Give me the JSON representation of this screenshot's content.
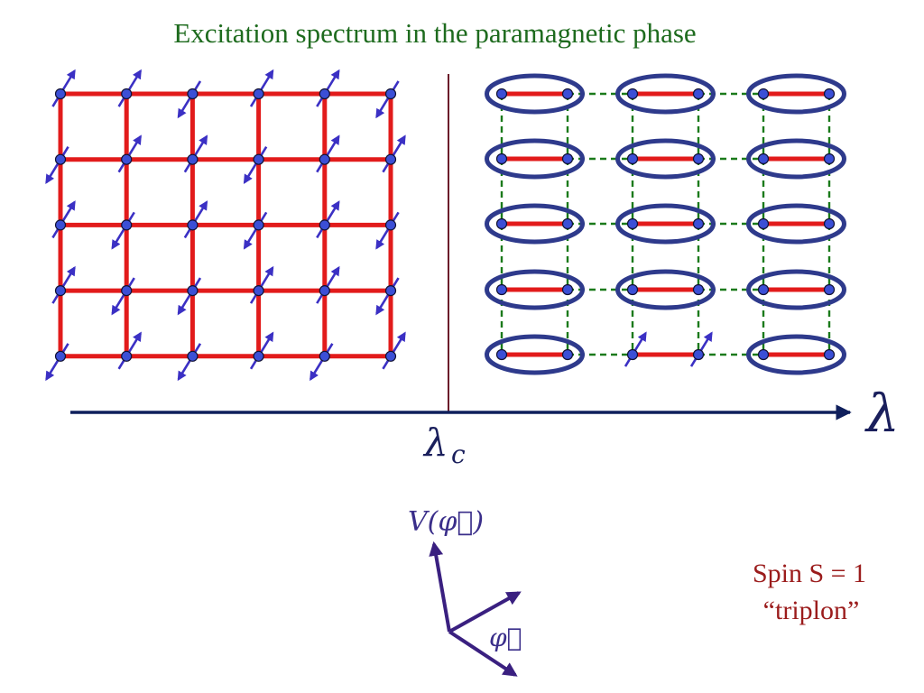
{
  "title": "Excitation spectrum in the paramagnetic phase",
  "axis": {
    "critical_label": "λ",
    "critical_subscript": "c",
    "end_label": "λ"
  },
  "potential": {
    "label": "V(φ⃗)",
    "vector_label": "φ⃗"
  },
  "spin_note": {
    "line1": "Spin S = 1",
    "line2": "“triplon”"
  },
  "colors": {
    "title": "#1e6b1e",
    "bond": "#e21b1b",
    "dimer_ellipse": "#2e3a8c",
    "site": "#3b4fd6",
    "spin_arrow": "#3b30c4",
    "dashed_bond": "#1b7a1b",
    "axis": "#0f1f5c",
    "divider": "#6b1a2a",
    "spin_text": "#9b1c1c"
  },
  "left_lattice": {
    "description_free": true,
    "rows": 5,
    "cols": 6,
    "spin_orientations": [
      [
        "up",
        "up",
        "down",
        "up",
        "up",
        "down"
      ],
      [
        "down",
        "up",
        "up",
        "down",
        "up",
        "up"
      ],
      [
        "up",
        "down",
        "up",
        "down",
        "up",
        "down"
      ],
      [
        "up",
        "down",
        "down",
        "up",
        "up",
        "down"
      ],
      [
        "down",
        "up",
        "down",
        "up",
        "down",
        "up"
      ]
    ]
  },
  "right_lattice": {
    "rows": 5,
    "dimer_cols": 3,
    "broken_dimer": {
      "row": 4,
      "col": 1
    }
  }
}
